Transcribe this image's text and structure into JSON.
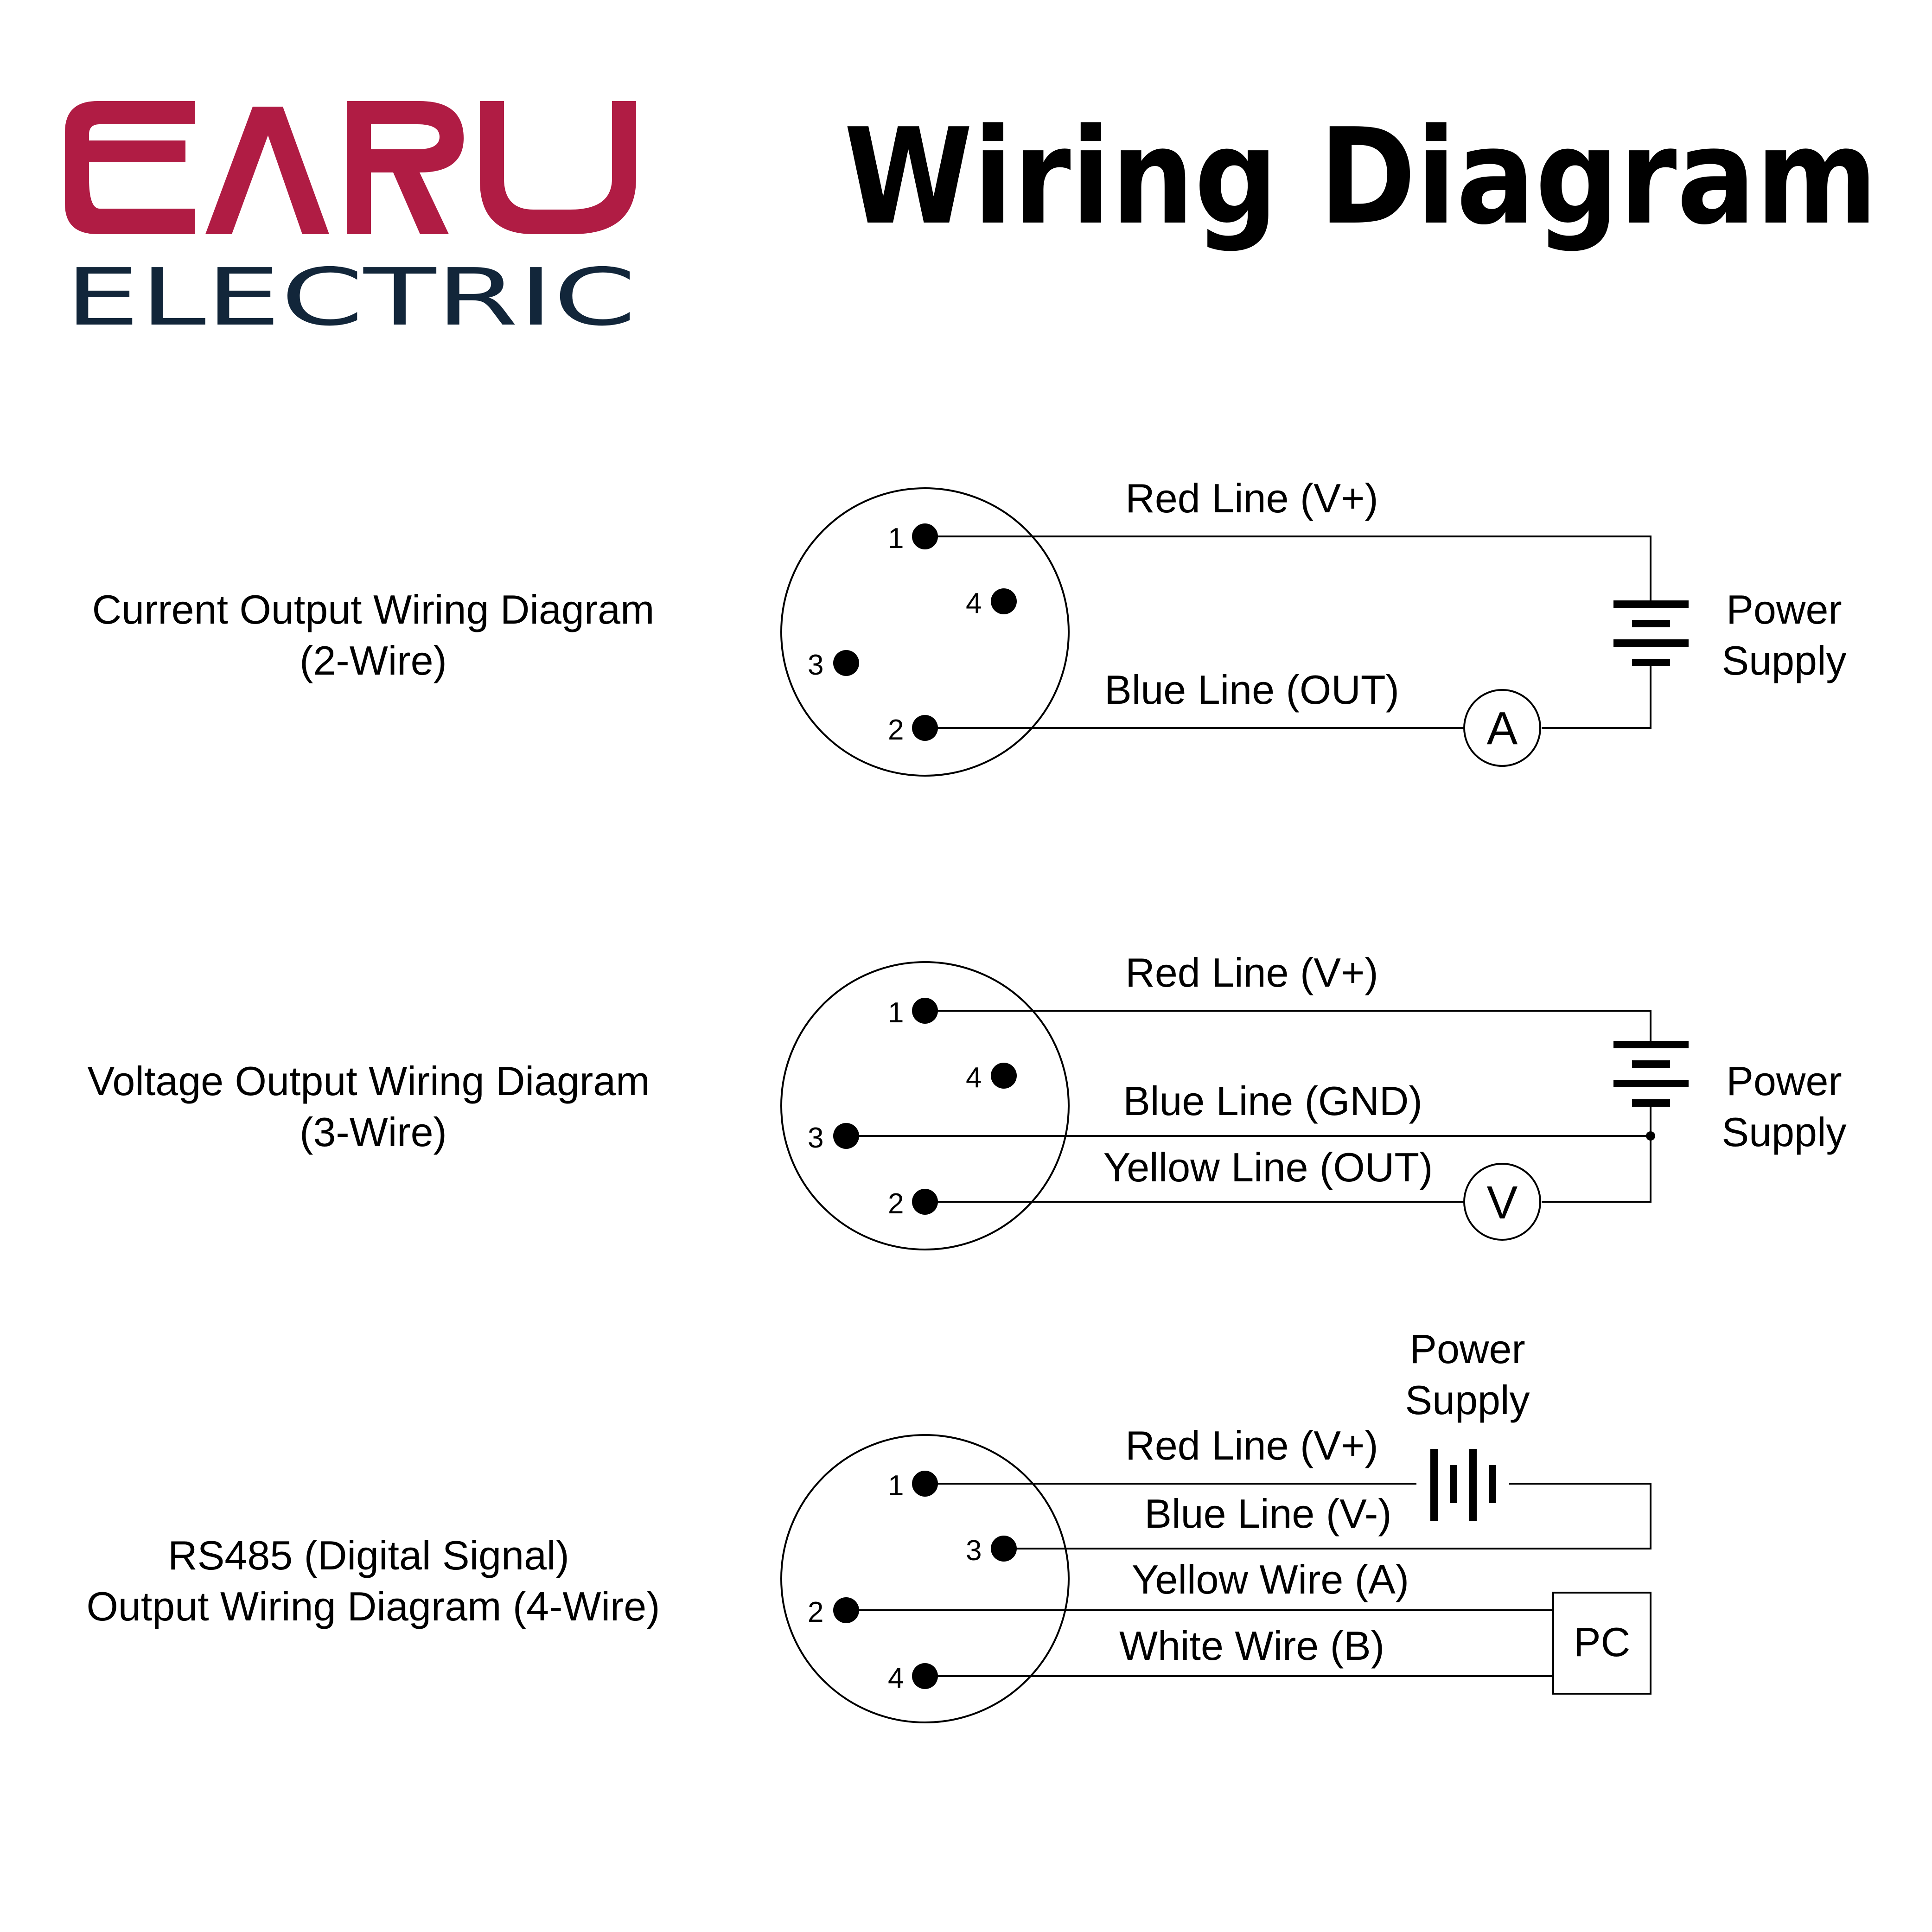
{
  "logo": {
    "brand": "EARU",
    "sub": "ELECTRIC",
    "brand_color": "#B01C44",
    "sub_color": "#12263A"
  },
  "title": "Wiring Diagram",
  "diagrams": [
    {
      "label_line1": "Current Output Wiring Diagram",
      "label_line2": "(2-Wire)",
      "pins": [
        "1",
        "4",
        "3",
        "2"
      ],
      "wires": [
        "Red Line (V+)",
        "Blue Line (OUT)"
      ],
      "meter": "A",
      "power_line1": "Power",
      "power_line2": "Supply"
    },
    {
      "label_line1": "Voltage Output Wiring Diagram",
      "label_line2": "(3-Wire)",
      "pins": [
        "1",
        "4",
        "3",
        "2"
      ],
      "wires": [
        "Red Line (V+)",
        "Blue Line (GND)",
        "Yellow Line (OUT)"
      ],
      "meter": "V",
      "power_line1": "Power",
      "power_line2": "Supply"
    },
    {
      "label_line1": "RS485 (Digital Signal)",
      "label_line2": "Output Wiring Diagram (4-Wire)",
      "pins": [
        "1",
        "3",
        "2",
        "4"
      ],
      "wires": [
        "Red Line (V+)",
        "Blue Line (V-)",
        "Yellow Wire (A)",
        "White Wire (B)"
      ],
      "device": "PC",
      "power_line1": "Power",
      "power_line2": "Supply"
    }
  ]
}
